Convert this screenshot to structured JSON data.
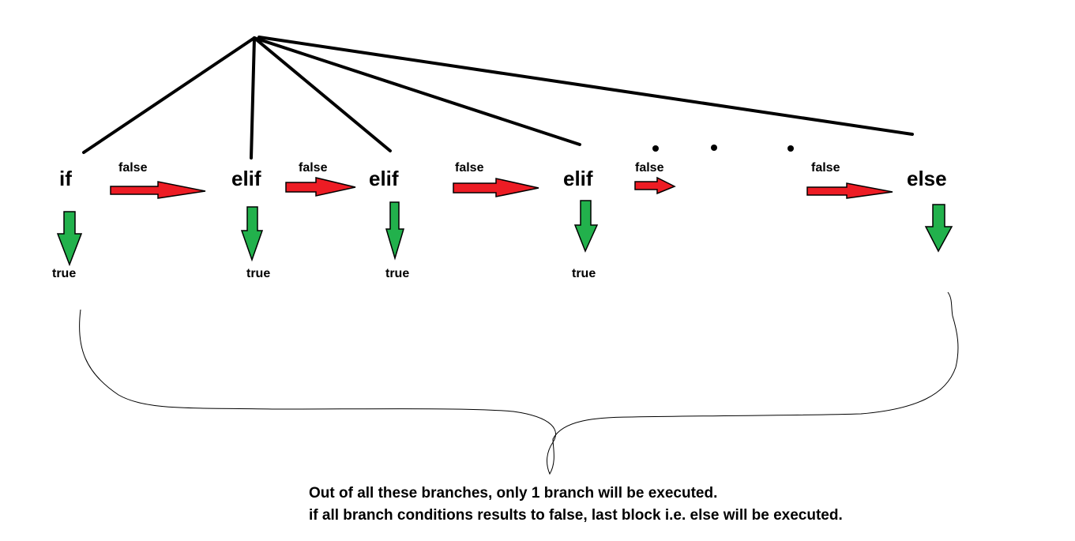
{
  "nodes": [
    {
      "id": "if",
      "label": "if",
      "true_label": "true"
    },
    {
      "id": "elif-1",
      "label": "elif",
      "true_label": "true"
    },
    {
      "id": "elif-2",
      "label": "elif",
      "true_label": "true"
    },
    {
      "id": "elif-3",
      "label": "elif",
      "true_label": "true"
    },
    {
      "id": "else",
      "label": "else",
      "true_label": ""
    }
  ],
  "false_labels": [
    "false",
    "false",
    "false",
    "false",
    "false"
  ],
  "continuation": "ellipsis-dots",
  "colors": {
    "line": "#000000",
    "false_arrow": "#ed1c24",
    "true_arrow": "#22b14c"
  },
  "note": {
    "line1": "Out of all these branches, only 1 branch will be executed.",
    "line2": "if all branch conditions results to false, last block i.e. else will be executed."
  }
}
